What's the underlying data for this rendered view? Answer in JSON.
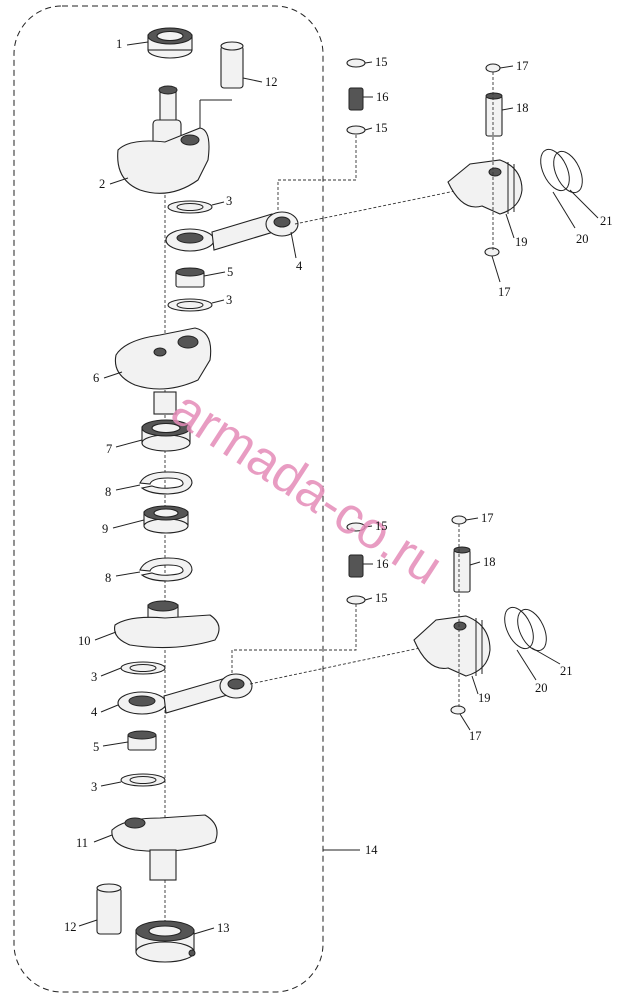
{
  "diagram": {
    "labels": [
      {
        "id": "p1",
        "text": "1"
      },
      {
        "id": "p2",
        "text": "2"
      },
      {
        "id": "p3a",
        "text": "3"
      },
      {
        "id": "p3b",
        "text": "3"
      },
      {
        "id": "p3c",
        "text": "3"
      },
      {
        "id": "p3d",
        "text": "3"
      },
      {
        "id": "p4a",
        "text": "4"
      },
      {
        "id": "p4b",
        "text": "4"
      },
      {
        "id": "p5a",
        "text": "5"
      },
      {
        "id": "p5b",
        "text": "5"
      },
      {
        "id": "p6",
        "text": "6"
      },
      {
        "id": "p7",
        "text": "7"
      },
      {
        "id": "p8a",
        "text": "8"
      },
      {
        "id": "p8b",
        "text": "8"
      },
      {
        "id": "p9",
        "text": "9"
      },
      {
        "id": "p10",
        "text": "10"
      },
      {
        "id": "p11",
        "text": "11"
      },
      {
        "id": "p12a",
        "text": "12"
      },
      {
        "id": "p12b",
        "text": "12"
      },
      {
        "id": "p13",
        "text": "13"
      },
      {
        "id": "p14",
        "text": "14"
      },
      {
        "id": "p15a",
        "text": "15"
      },
      {
        "id": "p15b",
        "text": "15"
      },
      {
        "id": "p15c",
        "text": "15"
      },
      {
        "id": "p15d",
        "text": "15"
      },
      {
        "id": "p16a",
        "text": "16"
      },
      {
        "id": "p16b",
        "text": "16"
      },
      {
        "id": "p17a",
        "text": "17"
      },
      {
        "id": "p17b",
        "text": "17"
      },
      {
        "id": "p17c",
        "text": "17"
      },
      {
        "id": "p17d",
        "text": "17"
      },
      {
        "id": "p18a",
        "text": "18"
      },
      {
        "id": "p18b",
        "text": "18"
      },
      {
        "id": "p19a",
        "text": "19"
      },
      {
        "id": "p19b",
        "text": "19"
      },
      {
        "id": "p20a",
        "text": "20"
      },
      {
        "id": "p20b",
        "text": "20"
      },
      {
        "id": "p21a",
        "text": "21"
      },
      {
        "id": "p21b",
        "text": "21"
      }
    ],
    "watermark": "armada-co.ru",
    "watermark_color": "#e58bb8"
  }
}
